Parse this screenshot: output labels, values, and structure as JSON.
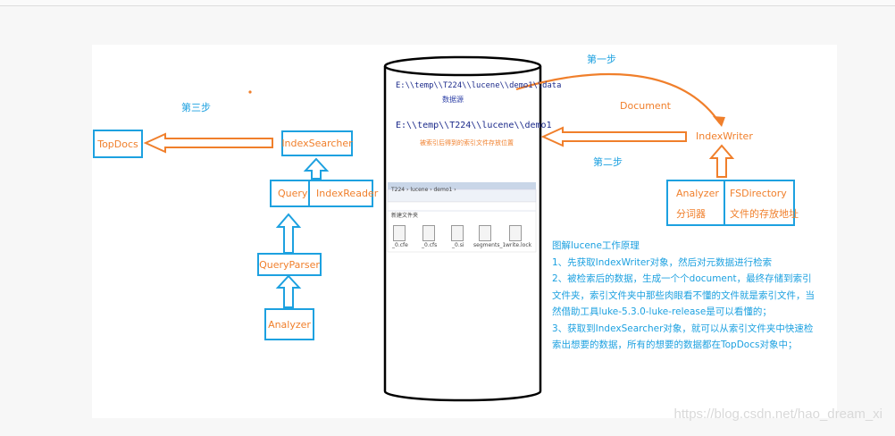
{
  "steps": {
    "step1": "第一步",
    "step2": "第二步",
    "step3": "第三步"
  },
  "labels": {
    "document": "Document",
    "index_writer": "IndexWriter",
    "analyzer_right": "Analyzer",
    "analyzer_right_cn": "分词器",
    "fsdirectory": "FSDirectory",
    "fsdirectory_cn": "文件的存放地址",
    "topdocs": "TopDocs",
    "index_searcher": "IndexSearcher",
    "query": "Query",
    "index_reader": "IndexReader",
    "query_parser": "QueryParser",
    "analyzer_left": "Analyzer"
  },
  "cylinder": {
    "data_path": "E:\\\\temp\\\\T224\\\\lucene\\\\demo1\\\\data",
    "data_caption": "数据源",
    "index_path": "E:\\\\temp\\\\T224\\\\lucene\\\\demo1",
    "index_caption": "被索引后得到的索引文件存放位置",
    "breadcrumb": "T224 › lucene › demo1 ›",
    "new_folder": "新建文件夹",
    "files": [
      "_0.cfe",
      "_0.cfs",
      "_0.si",
      "segments_1",
      "write.lock"
    ]
  },
  "notes": {
    "title": "图解lucene工作原理",
    "line1": "1、先获取IndexWriter对象，然后对元数据进行检索",
    "line2": "2、被检索后的数据，生成一个个document，最终存储到索引文件夹，索引文件夹中那些肉眼看不懂的文件就是索引文件，当然借助工具luke-5.3.0-luke-release是可以看懂的；",
    "line3": "3、获取到IndexSearcher对象，就可以从索引文件夹中快速检索出想要的数据，所有的想要的数据都在TopDocs对象中；"
  },
  "watermark": "https://blog.csdn.net/hao_dream_xi",
  "colors": {
    "blue": "#1da1e0",
    "orange": "#f07f2b"
  }
}
